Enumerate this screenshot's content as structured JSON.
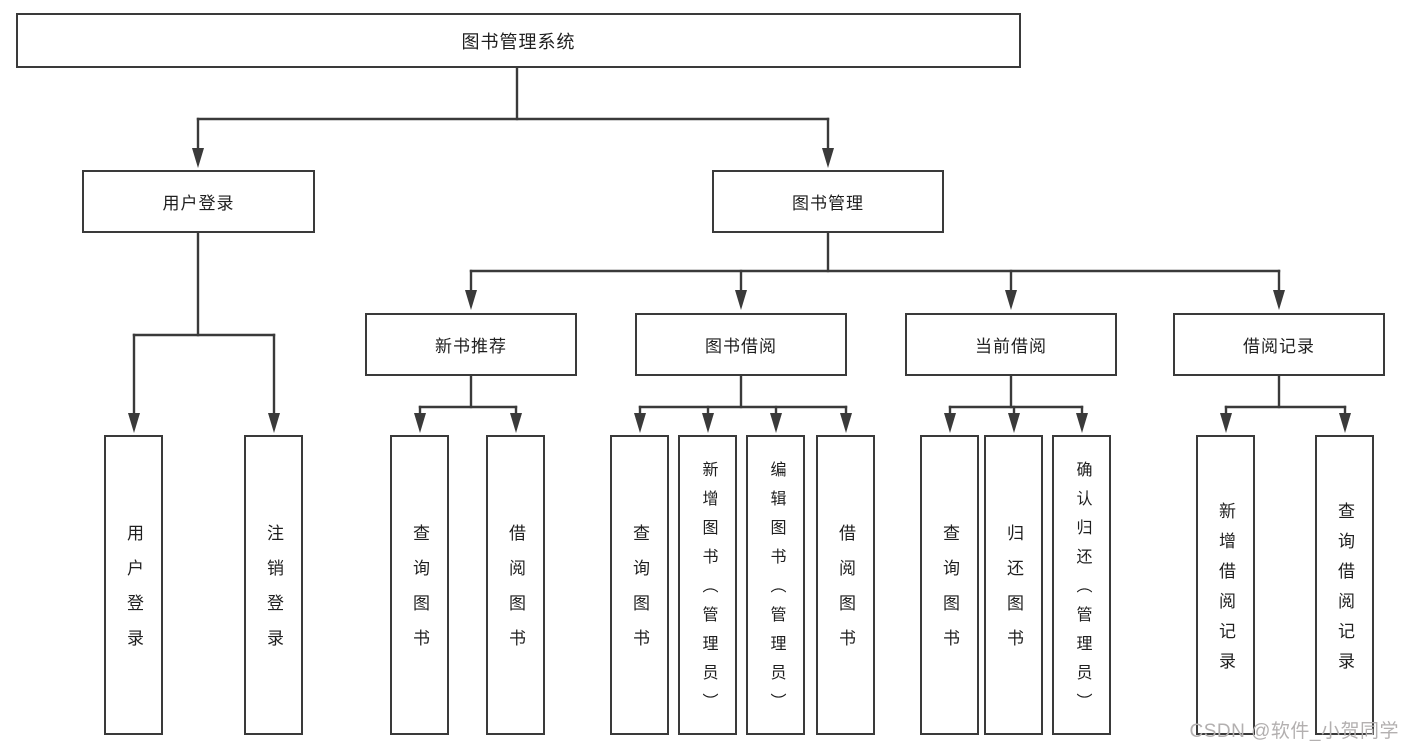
{
  "colors": {
    "line": "#3a3a3a",
    "box_border": "#3a3a3a",
    "text": "#1f1f1f",
    "watermark": "#b3b0b0",
    "background": "#ffffff"
  },
  "watermark": {
    "text": "CSDN @软件_小贺同学"
  },
  "diagram": {
    "root": {
      "label": "图书管理系统",
      "children": [
        {
          "label": "用户登录",
          "children": [
            {
              "label": "用户登录"
            },
            {
              "label": "注销登录"
            }
          ]
        },
        {
          "label": "图书管理",
          "children": [
            {
              "label": "新书推荐",
              "children": [
                {
                  "label": "查询图书"
                },
                {
                  "label": "借阅图书"
                }
              ]
            },
            {
              "label": "图书借阅",
              "children": [
                {
                  "label": "查询图书"
                },
                {
                  "label": "新增图书（管理员）"
                },
                {
                  "label": "编辑图书（管理员）"
                },
                {
                  "label": "借阅图书"
                }
              ]
            },
            {
              "label": "当前借阅",
              "children": [
                {
                  "label": "查询图书"
                },
                {
                  "label": "归还图书"
                },
                {
                  "label": "确认归还（管理员）"
                }
              ]
            },
            {
              "label": "借阅记录",
              "children": [
                {
                  "label": "新增借阅记录"
                },
                {
                  "label": "查询借阅记录"
                }
              ]
            }
          ]
        }
      ]
    }
  }
}
